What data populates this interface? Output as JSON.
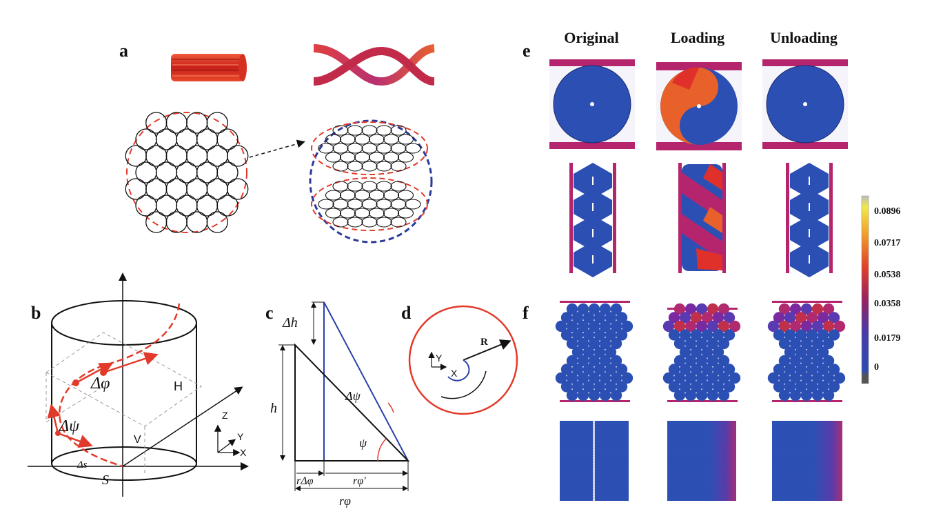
{
  "panel_labels": {
    "a": "a",
    "b": "b",
    "c": "c",
    "d": "d",
    "e": "e",
    "f": "f"
  },
  "column_headers": [
    "Original",
    "Loading",
    "Unloading"
  ],
  "panel_b": {
    "delta_phi": "Δφ",
    "delta_psi": "Δψ",
    "H": "H",
    "V": "V",
    "delta_s": "Δs",
    "S": "S",
    "axis_z": "Z",
    "axis_y": "Y",
    "axis_x": "X"
  },
  "panel_c": {
    "delta_h": "Δh",
    "h": "h",
    "delta_psi": "Δψ",
    "psi": "ψ",
    "r_delta_phi": "rΔφ",
    "r_phi_prime": "rφ'",
    "r_phi": "rφ"
  },
  "panel_d": {
    "R": "R",
    "axis_y": "Y",
    "axis_x": "X"
  },
  "colorbar": {
    "ticks": [
      "0.0896",
      "0.0717",
      "0.0538",
      "0.0358",
      "0.0179",
      "0"
    ]
  },
  "colors": {
    "red": "#e23a2a",
    "blue_dash": "#2a3a9a",
    "navy": "#2c3fa8",
    "magenta": "#b5256e",
    "orange": "#e8602a"
  }
}
